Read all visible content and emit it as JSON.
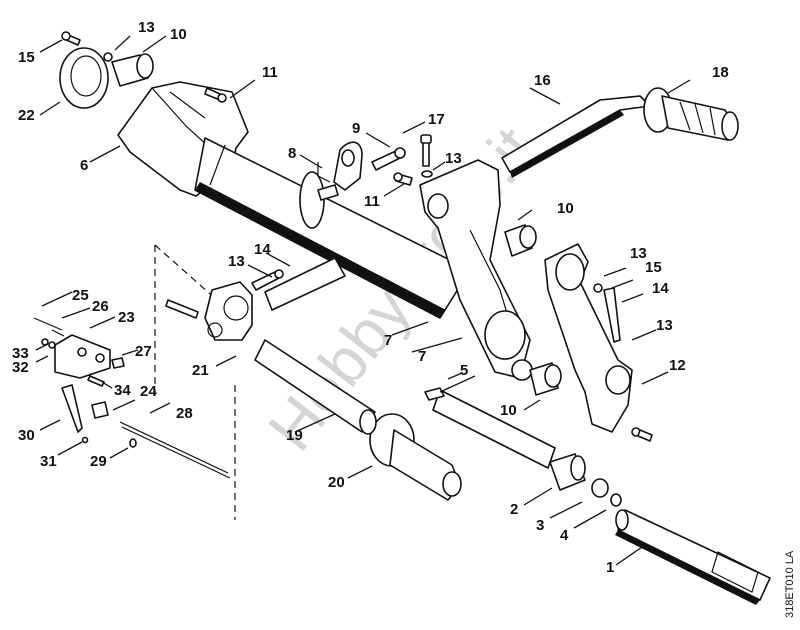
{
  "diagram": {
    "title": "Exploded parts diagram: handle bar / shaft assembly",
    "drawing_ref": "318ET010 LA",
    "watermark": "HobbyStore.it",
    "callouts": [
      {
        "id": "c1",
        "label": "1"
      },
      {
        "id": "c2",
        "label": "2"
      },
      {
        "id": "c3",
        "label": "3"
      },
      {
        "id": "c4",
        "label": "4"
      },
      {
        "id": "c5",
        "label": "5"
      },
      {
        "id": "c6",
        "label": "6"
      },
      {
        "id": "c7a",
        "label": "7"
      },
      {
        "id": "c7b",
        "label": "7"
      },
      {
        "id": "c8",
        "label": "8"
      },
      {
        "id": "c9",
        "label": "9"
      },
      {
        "id": "c10a",
        "label": "10"
      },
      {
        "id": "c10b",
        "label": "10"
      },
      {
        "id": "c10c",
        "label": "10"
      },
      {
        "id": "c11a",
        "label": "11"
      },
      {
        "id": "c11b",
        "label": "11"
      },
      {
        "id": "c12",
        "label": "12"
      },
      {
        "id": "c13a",
        "label": "13"
      },
      {
        "id": "c13b",
        "label": "13"
      },
      {
        "id": "c13c",
        "label": "13"
      },
      {
        "id": "c13d",
        "label": "13"
      },
      {
        "id": "c13e",
        "label": "13"
      },
      {
        "id": "c14a",
        "label": "14"
      },
      {
        "id": "c14b",
        "label": "14"
      },
      {
        "id": "c15a",
        "label": "15"
      },
      {
        "id": "c15b",
        "label": "15"
      },
      {
        "id": "c16",
        "label": "16"
      },
      {
        "id": "c17",
        "label": "17"
      },
      {
        "id": "c18",
        "label": "18"
      },
      {
        "id": "c19",
        "label": "19"
      },
      {
        "id": "c20",
        "label": "20"
      },
      {
        "id": "c21",
        "label": "21"
      },
      {
        "id": "c22",
        "label": "22"
      },
      {
        "id": "c23",
        "label": "23"
      },
      {
        "id": "c24",
        "label": "24"
      },
      {
        "id": "c25",
        "label": "25"
      },
      {
        "id": "c26",
        "label": "26"
      },
      {
        "id": "c27",
        "label": "27"
      },
      {
        "id": "c28",
        "label": "28"
      },
      {
        "id": "c29",
        "label": "29"
      },
      {
        "id": "c30",
        "label": "30"
      },
      {
        "id": "c31",
        "label": "31"
      },
      {
        "id": "c32",
        "label": "32"
      },
      {
        "id": "c33",
        "label": "33"
      },
      {
        "id": "c34",
        "label": "34"
      }
    ]
  }
}
